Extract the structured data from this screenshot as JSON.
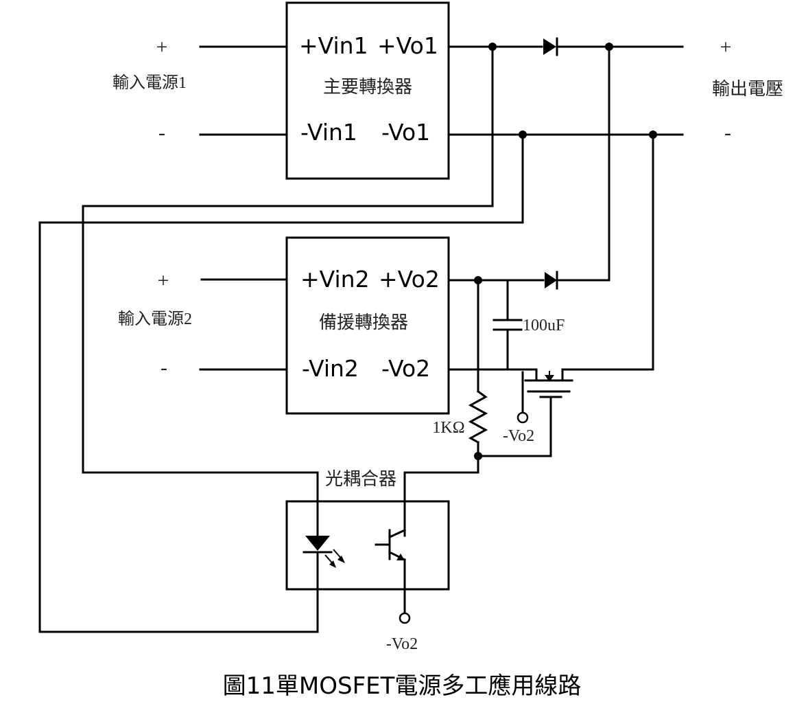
{
  "inputs": {
    "source1_label": "輸入電源1",
    "source2_label": "輸入電源2",
    "plus": "+",
    "minus": "-"
  },
  "output": {
    "label": "輸出電壓",
    "plus": "+",
    "minus": "-"
  },
  "main_converter": {
    "name": "主要轉換器",
    "pin_vin_pos": "+Vin1",
    "pin_vo_pos": "+Vo1",
    "pin_vin_neg": "-Vin1",
    "pin_vo_neg": "-Vo1"
  },
  "backup_converter": {
    "name": "備援轉換器",
    "pin_vin_pos": "+Vin2",
    "pin_vo_pos": "+Vo2",
    "pin_vin_neg": "-Vin2",
    "pin_vo_neg": "-Vo2"
  },
  "components": {
    "capacitor_label": "100uF",
    "resistor_label": "1KΩ",
    "mosfet_source_terminal": "-Vo2",
    "optocoupler_label": "光耦合器",
    "optocoupler_terminal": "-Vo2"
  },
  "caption": "圖11單MOSFET電源多工應用線路"
}
